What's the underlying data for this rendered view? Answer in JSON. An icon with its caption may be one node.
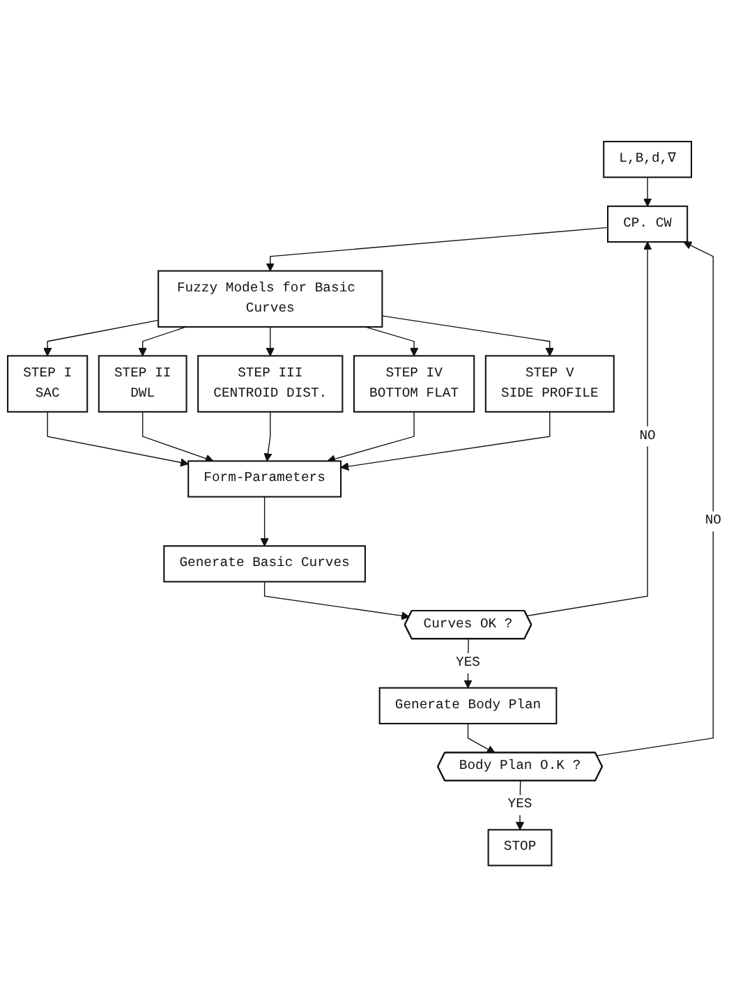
{
  "diagram": {
    "nodes": [
      {
        "text": [
          "L,B,d,∇"
        ]
      },
      {
        "text": [
          "CP. CW"
        ]
      },
      {
        "text": [
          "Fuzzy Models for Basic Curves"
        ]
      },
      {
        "text": [
          "STEP I",
          "SAC"
        ]
      },
      {
        "text": [
          "STEP II",
          "DWL"
        ]
      },
      {
        "text": [
          "STEP III",
          "CENTROID DIST."
        ]
      },
      {
        "text": [
          "STEP IV",
          "BOTTOM FLAT"
        ]
      },
      {
        "text": [
          "STEP V",
          "SIDE PROFILE"
        ]
      },
      {
        "text": [
          "Form-Parameters"
        ]
      },
      {
        "text": [
          "Generate Basic Curves"
        ]
      },
      {
        "text": [
          "Curves OK ?"
        ]
      },
      {
        "text": [
          "Generate Body Plan"
        ]
      },
      {
        "text": [
          "Body Plan O.K ?"
        ]
      },
      {
        "text": [
          "STOP"
        ]
      }
    ],
    "edges": [
      {
        "from": 0,
        "to": 1,
        "arrow": "to"
      },
      {
        "from": 1,
        "to": 2,
        "arrow": "to"
      },
      {
        "from": 2,
        "to": 3,
        "arrow": "to"
      },
      {
        "from": 2,
        "to": 4,
        "arrow": "to"
      },
      {
        "from": 2,
        "to": 5,
        "arrow": "to"
      },
      {
        "from": 2,
        "to": 6,
        "arrow": "to"
      },
      {
        "from": 2,
        "to": 7,
        "arrow": "to"
      },
      {
        "from": 3,
        "to": 8,
        "arrow": "to"
      },
      {
        "from": 4,
        "to": 8,
        "arrow": "to"
      },
      {
        "from": 5,
        "to": 8,
        "arrow": "to"
      },
      {
        "from": 6,
        "to": 8,
        "arrow": "to"
      },
      {
        "from": 7,
        "to": 8,
        "arrow": "to"
      },
      {
        "from": 8,
        "to": 9,
        "arrow": "to"
      },
      {
        "from": 9,
        "to": 10,
        "arrow": "to"
      },
      {
        "from": 10,
        "to": 11,
        "label": "YES",
        "arrow": "to"
      },
      {
        "from": 10,
        "to": 1,
        "label": "NO",
        "arrow": "to"
      },
      {
        "from": 11,
        "to": 12,
        "arrow": "to"
      },
      {
        "from": 12,
        "to": 13,
        "label": "YES",
        "arrow": "to"
      },
      {
        "from": 12,
        "to": 1,
        "label": "NO",
        "arrow": "to"
      }
    ]
  }
}
